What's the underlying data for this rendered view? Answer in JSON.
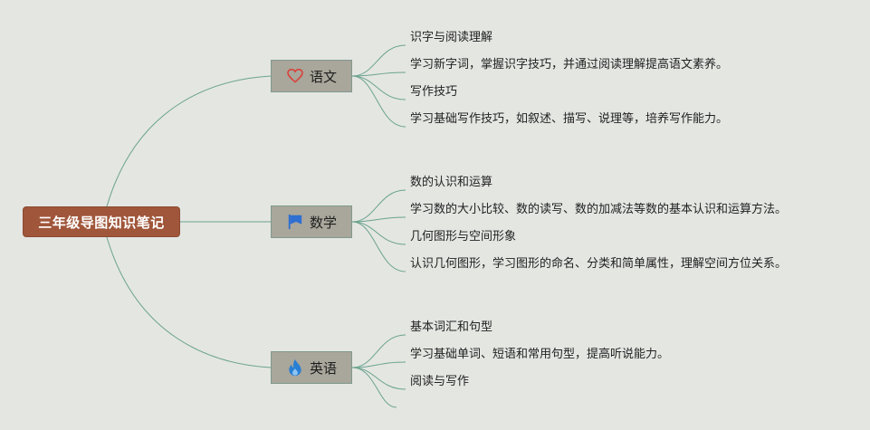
{
  "root": {
    "label": "三年级导图知识笔记"
  },
  "branches": [
    {
      "label": "语文",
      "icon": "heart-icon",
      "icon_color": "#d9423a",
      "items": [
        "识字与阅读理解",
        "学习新字词，掌握识字技巧，并通过阅读理解提高语文素养。",
        "写作技巧",
        "学习基础写作技巧，如叙述、描写、说理等，培养写作能力。"
      ]
    },
    {
      "label": "数学",
      "icon": "flag-icon",
      "icon_color": "#2f6fd1",
      "items": [
        "数的认识和运算",
        "学习数的大小比较、数的读写、数的加减法等数的基本认识和运算方法。",
        "几何图形与空间形象",
        "认识几何图形，学习图形的命名、分类和简单属性，理解空间方位关系。"
      ]
    },
    {
      "label": "英语",
      "icon": "flame-icon",
      "icon_color": "#2a7fd4",
      "items": [
        "基本词汇和句型",
        "学习基础单词、短语和常用句型，提高听说能力。",
        "阅读与写作",
        ""
      ]
    }
  ],
  "colors": {
    "background": "#e4e6e2",
    "root_fill": "#a0563a",
    "branch_fill": "#a9a69b",
    "connector": "#6aa38e"
  }
}
